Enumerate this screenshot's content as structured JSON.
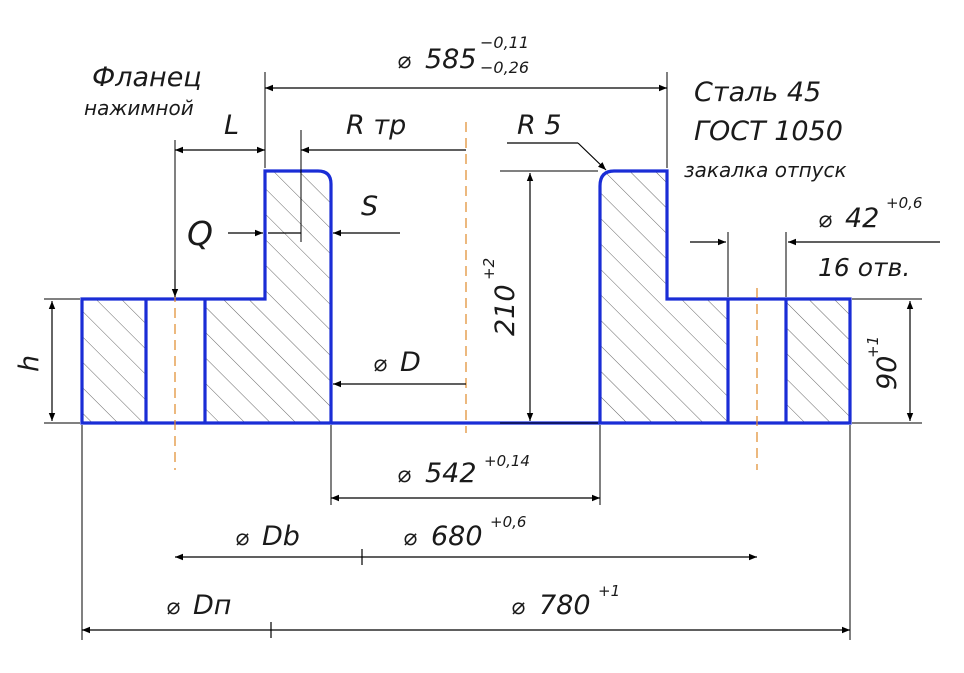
{
  "title": {
    "line1": "Фланец",
    "line2": "нажимной"
  },
  "material": {
    "line1": "Сталь 45",
    "line2": "ГОСТ 1050",
    "line3": "закалка отпуск"
  },
  "dimensions": {
    "d585": {
      "symbol": "⌀",
      "value": "585",
      "tol_upper": "−0,11",
      "tol_lower": "−0,26"
    },
    "r5": "R 5",
    "rtp": "R тр",
    "L": "L",
    "Q": "Q",
    "S": "S",
    "h": "h",
    "d42": {
      "symbol": "⌀",
      "value": "42",
      "tol": "+0,6"
    },
    "holes": "16 отв.",
    "h210": {
      "value": "210",
      "tol": "+2"
    },
    "h90": {
      "value": "90",
      "tol": "+1"
    },
    "dD": {
      "symbol": "⌀",
      "value": "D"
    },
    "d542": {
      "symbol": "⌀",
      "value": "542",
      "tol": "+0,14"
    },
    "dDb": {
      "symbol": "⌀",
      "value": "Db"
    },
    "d680": {
      "symbol": "⌀",
      "value": "680",
      "tol": "+0,6"
    },
    "dDn": {
      "symbol": "⌀",
      "value": "Dп"
    },
    "d780": {
      "symbol": "⌀",
      "value": "780",
      "tol": "+1"
    }
  },
  "colors": {
    "outline": "#1a2dd6",
    "center_line": "#e08a2a",
    "dimension": "#000000",
    "hatch": "#555555"
  }
}
